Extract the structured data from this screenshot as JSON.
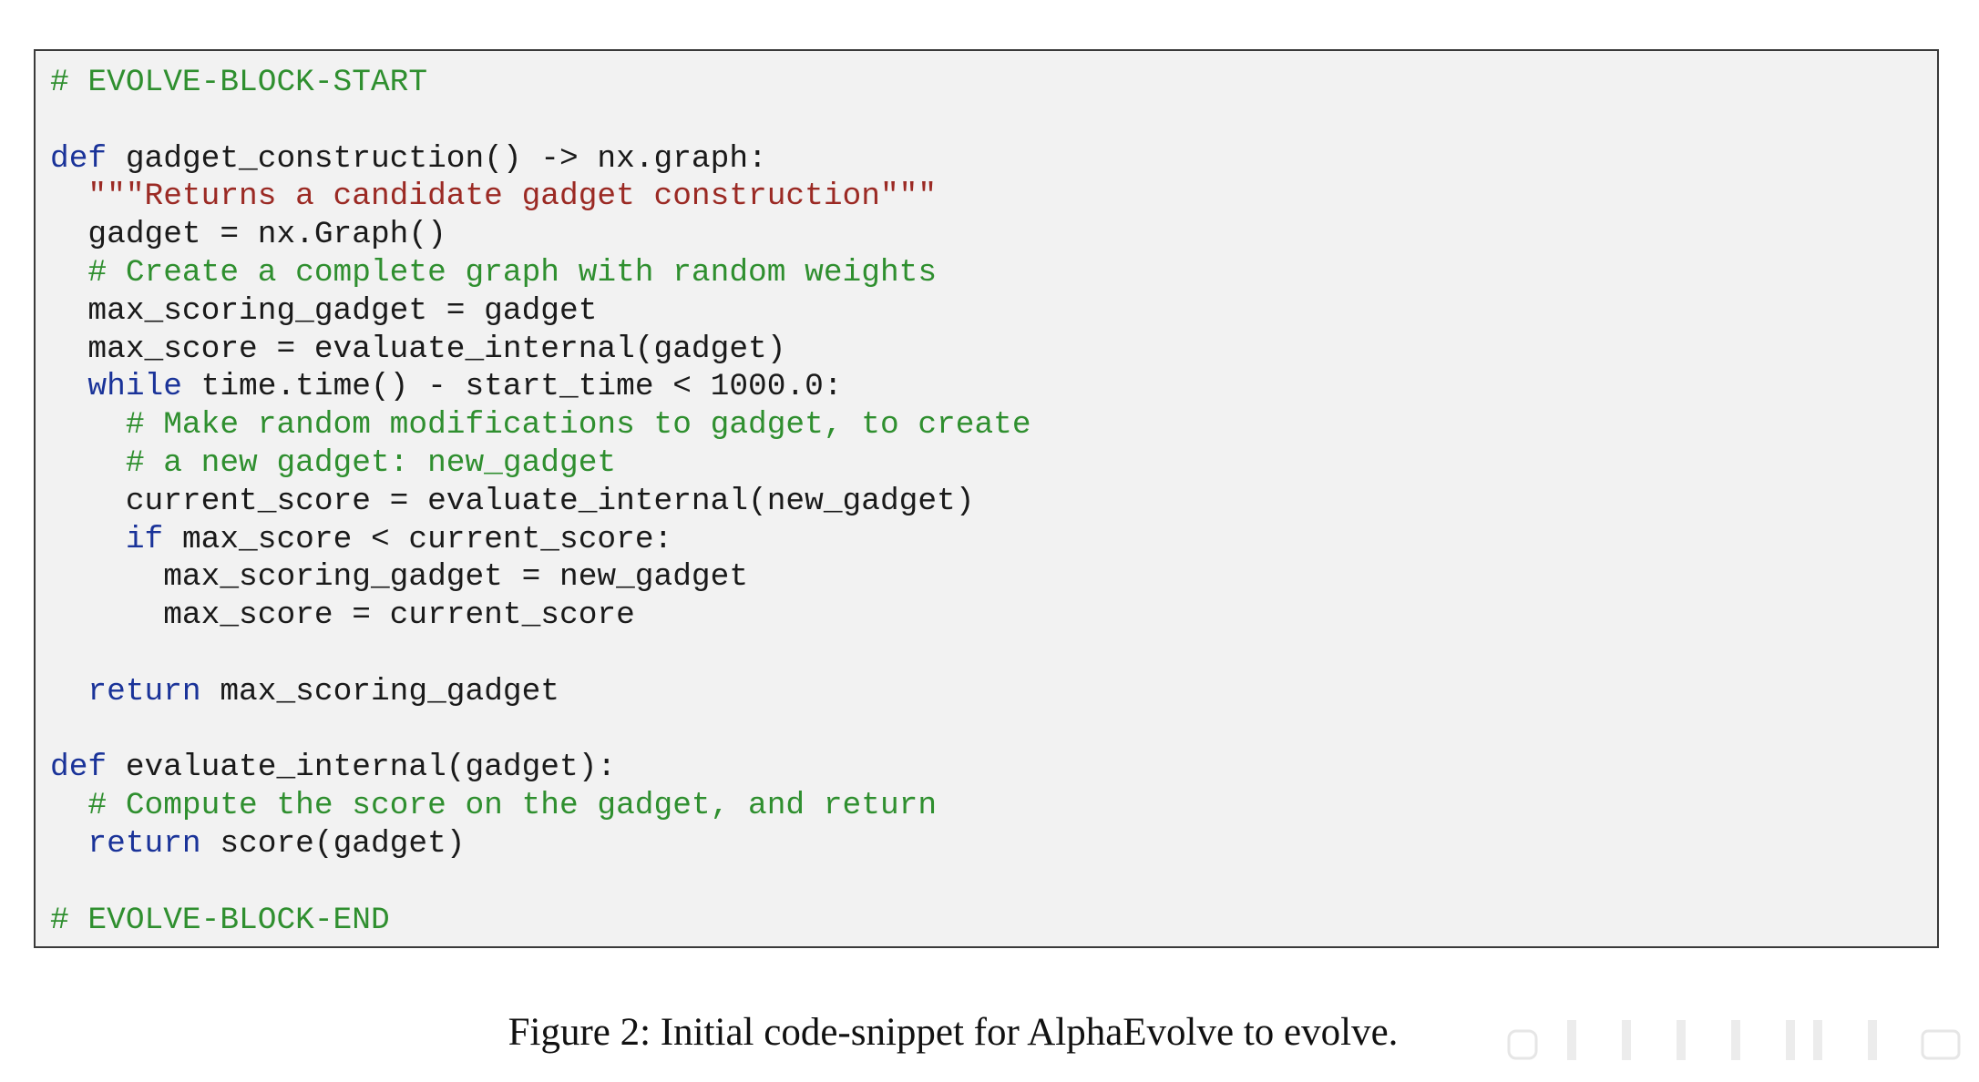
{
  "code_lines": [
    [
      {
        "cls": "cm",
        "t": "# EVOLVE-BLOCK-START"
      }
    ],
    [],
    [
      {
        "cls": "kw",
        "t": "def"
      },
      {
        "cls": "tx",
        "t": " gadget_construction() -> nx.graph:"
      }
    ],
    [
      {
        "cls": "str",
        "t": "  \"\"\"Returns a candidate gadget construction\"\"\""
      }
    ],
    [
      {
        "cls": "tx",
        "t": "  gadget = nx.Graph()"
      }
    ],
    [
      {
        "cls": "cm",
        "t": "  # Create a complete graph with random weights"
      }
    ],
    [
      {
        "cls": "tx",
        "t": "  max_scoring_gadget = gadget"
      }
    ],
    [
      {
        "cls": "tx",
        "t": "  max_score = evaluate_internal(gadget)"
      }
    ],
    [
      {
        "cls": "kw",
        "t": "  while"
      },
      {
        "cls": "tx",
        "t": " time.time() - start_time < 1000.0:"
      }
    ],
    [
      {
        "cls": "cm",
        "t": "    # Make random modifications to gadget, to create"
      }
    ],
    [
      {
        "cls": "cm",
        "t": "    # a new gadget: new_gadget"
      }
    ],
    [
      {
        "cls": "tx",
        "t": "    current_score = evaluate_internal(new_gadget)"
      }
    ],
    [
      {
        "cls": "kw",
        "t": "    if"
      },
      {
        "cls": "tx",
        "t": " max_score < current_score:"
      }
    ],
    [
      {
        "cls": "tx",
        "t": "      max_scoring_gadget = new_gadget"
      }
    ],
    [
      {
        "cls": "tx",
        "t": "      max_score = current_score"
      }
    ],
    [],
    [
      {
        "cls": "kw",
        "t": "  return"
      },
      {
        "cls": "tx",
        "t": " max_scoring_gadget"
      }
    ],
    [],
    [
      {
        "cls": "kw",
        "t": "def"
      },
      {
        "cls": "tx",
        "t": " evaluate_internal(gadget):"
      }
    ],
    [
      {
        "cls": "cm",
        "t": "  # Compute the score on the gadget, and return"
      }
    ],
    [
      {
        "cls": "kw",
        "t": "  return"
      },
      {
        "cls": "tx",
        "t": " score(gadget)"
      }
    ],
    [],
    [
      {
        "cls": "cm",
        "t": "# EVOLVE-BLOCK-END"
      }
    ]
  ],
  "caption": "Figure 2: Initial code-snippet for AlphaEvolve to evolve.",
  "colors": {
    "keyword": "#1a3399",
    "comment": "#2f8f2f",
    "string": "#9b2a24",
    "text": "#1a1a1a",
    "background": "#f2f2f2",
    "border": "#3a3a3a"
  }
}
